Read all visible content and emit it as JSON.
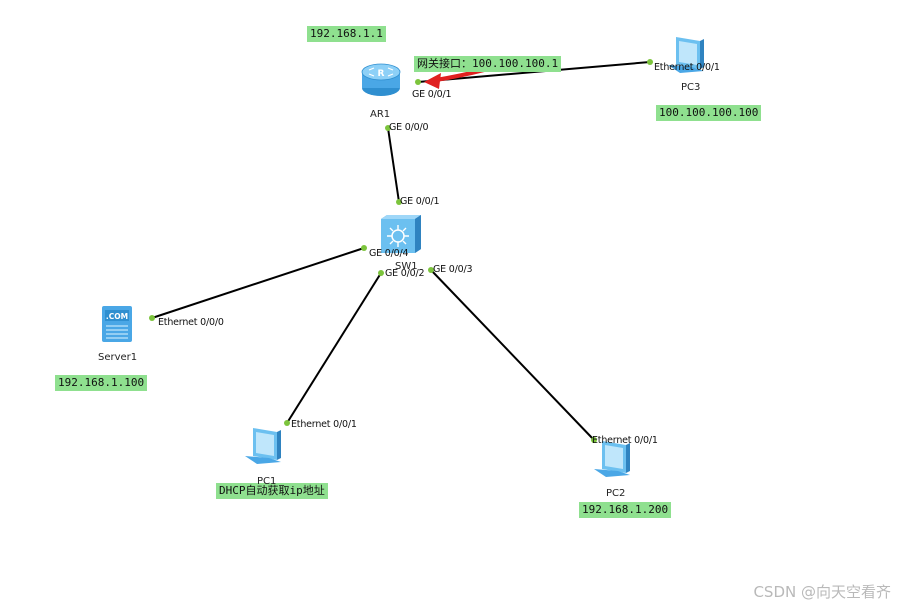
{
  "devices": {
    "router": {
      "name": "AR1",
      "icon": "router-icon"
    },
    "switch": {
      "name": "SW1",
      "icon": "switch-icon"
    },
    "server": {
      "name": "Server1",
      "icon": "server-icon",
      "badge": ".COM"
    },
    "pc1": {
      "name": "PC1",
      "icon": "pc-icon"
    },
    "pc2": {
      "name": "PC2",
      "icon": "pc-icon"
    },
    "pc3": {
      "name": "PC3",
      "icon": "pc-icon"
    }
  },
  "ports": {
    "ar1_ge001": "GE 0/0/1",
    "ar1_ge000": "GE 0/0/0",
    "sw1_ge001": "GE 0/0/1",
    "sw1_ge004": "GE 0/0/4",
    "sw1_ge002": "GE 0/0/2",
    "sw1_ge003": "GE 0/0/3",
    "pc3_eth": "Ethernet 0/0/1",
    "server_eth": "Ethernet 0/0/0",
    "pc1_eth": "Ethernet 0/0/1",
    "pc2_eth": "Ethernet 0/0/1"
  },
  "notes": {
    "router_ip": "192.168.1.1",
    "gateway": "网关接口：100.100.100.1",
    "pc3_ip": "100.100.100.100",
    "server_ip": "192.168.1.100",
    "pc1_ip": "DHCP自动获取ip地址",
    "pc2_ip": "192.168.1.200"
  },
  "watermark": "CSDN @向天空看齐",
  "colors": {
    "note_bg": "#8fe08f",
    "port_dot": "#7cc43c",
    "link": "#000000",
    "arrow": "#e02020",
    "device_blue": "#5cb8ee"
  }
}
